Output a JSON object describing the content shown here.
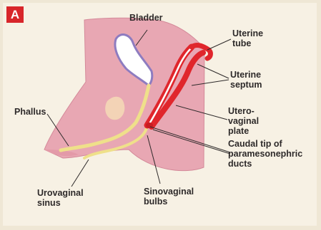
{
  "panel_label": "A",
  "labels": {
    "bladder": "Bladder",
    "uterine_tube": [
      "Uterine",
      "tube"
    ],
    "uterine_septum": [
      "Uterine",
      "septum"
    ],
    "phallus": "Phallus",
    "uterovaginal_plate": [
      "Utero-",
      "vaginal",
      "plate"
    ],
    "caudal_tip": [
      "Caudal tip of",
      "paramesonephric",
      "ducts"
    ],
    "urovaginal_sinus": [
      "Urovaginal",
      "sinus"
    ],
    "sinovaginal_bulbs": [
      "Sinovaginal",
      "bulbs"
    ]
  },
  "colors": {
    "background": "#efe7d5",
    "body_pink": "#e8a7b3",
    "bladder_outline": "#8e7cc0",
    "sinus_yellow": "#efe08a",
    "duct_red": "#e0262c",
    "label_text": "#2e2a2a"
  }
}
